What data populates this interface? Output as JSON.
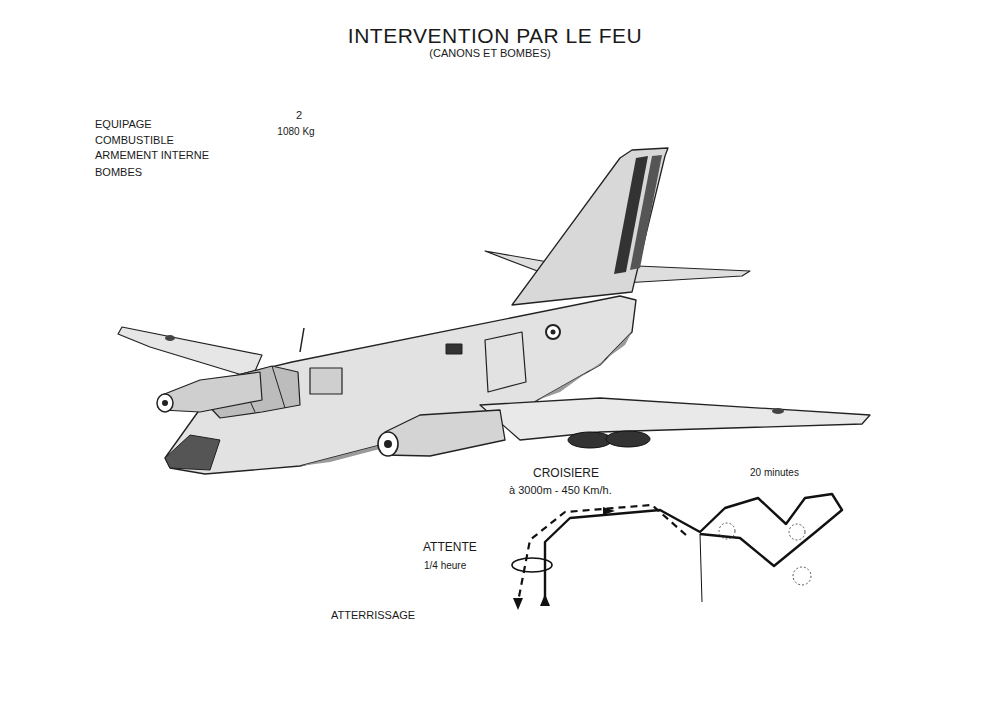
{
  "diagram": {
    "title": "INTERVENTION PAR LE FEU",
    "labels": [
      "(CANONS ET BOMBES)",
      "EQUIPAGE",
      "COMBUSTIBLE",
      "ARMEMENT INTERNE",
      "BOMBES",
      "2",
      "1080 Kg",
      "CROISIERE",
      "à 3000m - 450 Km/h.",
      "20 minutes",
      "ATTENTE",
      "1/4 heure",
      "ATTERRISSAGE"
    ]
  }
}
